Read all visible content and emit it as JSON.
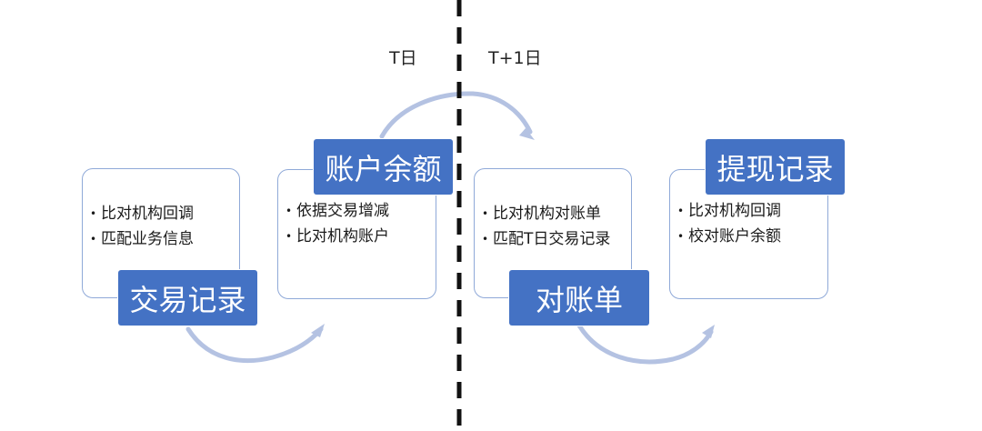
{
  "days": {
    "left": "T日",
    "right": "T+1日"
  },
  "steps": [
    {
      "title": "交易记录",
      "bullets": [
        "比对机构回调",
        "匹配业务信息"
      ]
    },
    {
      "title": "账户余额",
      "bullets": [
        "依据交易增减",
        "比对机构账户"
      ]
    },
    {
      "title": "对账单",
      "bullets": [
        "比对机构对账单",
        "匹配T日交易记录"
      ]
    },
    {
      "title": "提现记录",
      "bullets": [
        "比对机构回调",
        "校对账户余额"
      ]
    }
  ],
  "colors": {
    "label_fill": "#4472c4",
    "box_border": "#8fa9d8",
    "arrow": "#b4c2e2",
    "divider": "#111111"
  }
}
